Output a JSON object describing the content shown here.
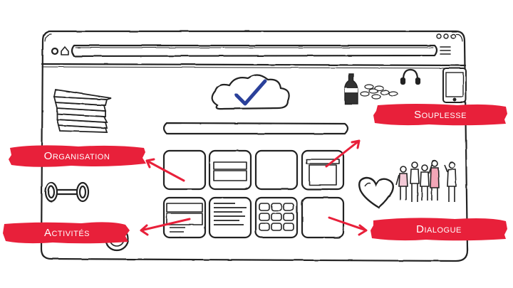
{
  "banners": {
    "organisation": "Organisation",
    "activites": "Activités",
    "souplesse": "Souplesse",
    "dialogue": "Dialogue"
  },
  "colors": {
    "ink": "#222222",
    "accent_red": "#e8203a",
    "check_blue": "#2c3f9a",
    "banner_text": "#ffffff"
  },
  "icons": {
    "cloud": "cloud-check-icon",
    "papers": "paper-stack-icon",
    "dumbbell": "dumbbell-icon",
    "clock": "stopwatch-icon",
    "heart": "heart-icon",
    "people": "people-group-icon",
    "phone": "smartphone-icon",
    "headphones": "headphones-icon",
    "bottle": "bottle-icon"
  }
}
